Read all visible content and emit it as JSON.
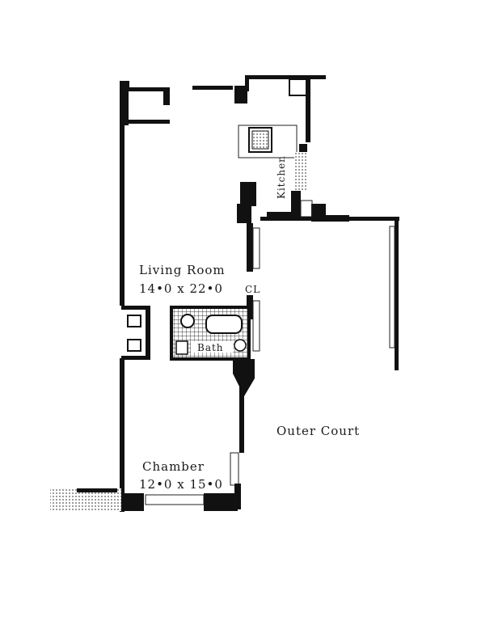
{
  "rooms": {
    "living_room": {
      "name": "Living Room",
      "dims": "14•0 x 22•0"
    },
    "kitchen": {
      "name": "Kitchen"
    },
    "closet": {
      "name": "CL"
    },
    "bath": {
      "name": "Bath"
    },
    "chamber": {
      "name": "Chamber",
      "dims": "12•0 x 15•0"
    },
    "outer_court": {
      "name": "Outer Court"
    }
  },
  "colors": {
    "wall": "#111111",
    "hatch": "#555555",
    "background": "#ffffff"
  }
}
